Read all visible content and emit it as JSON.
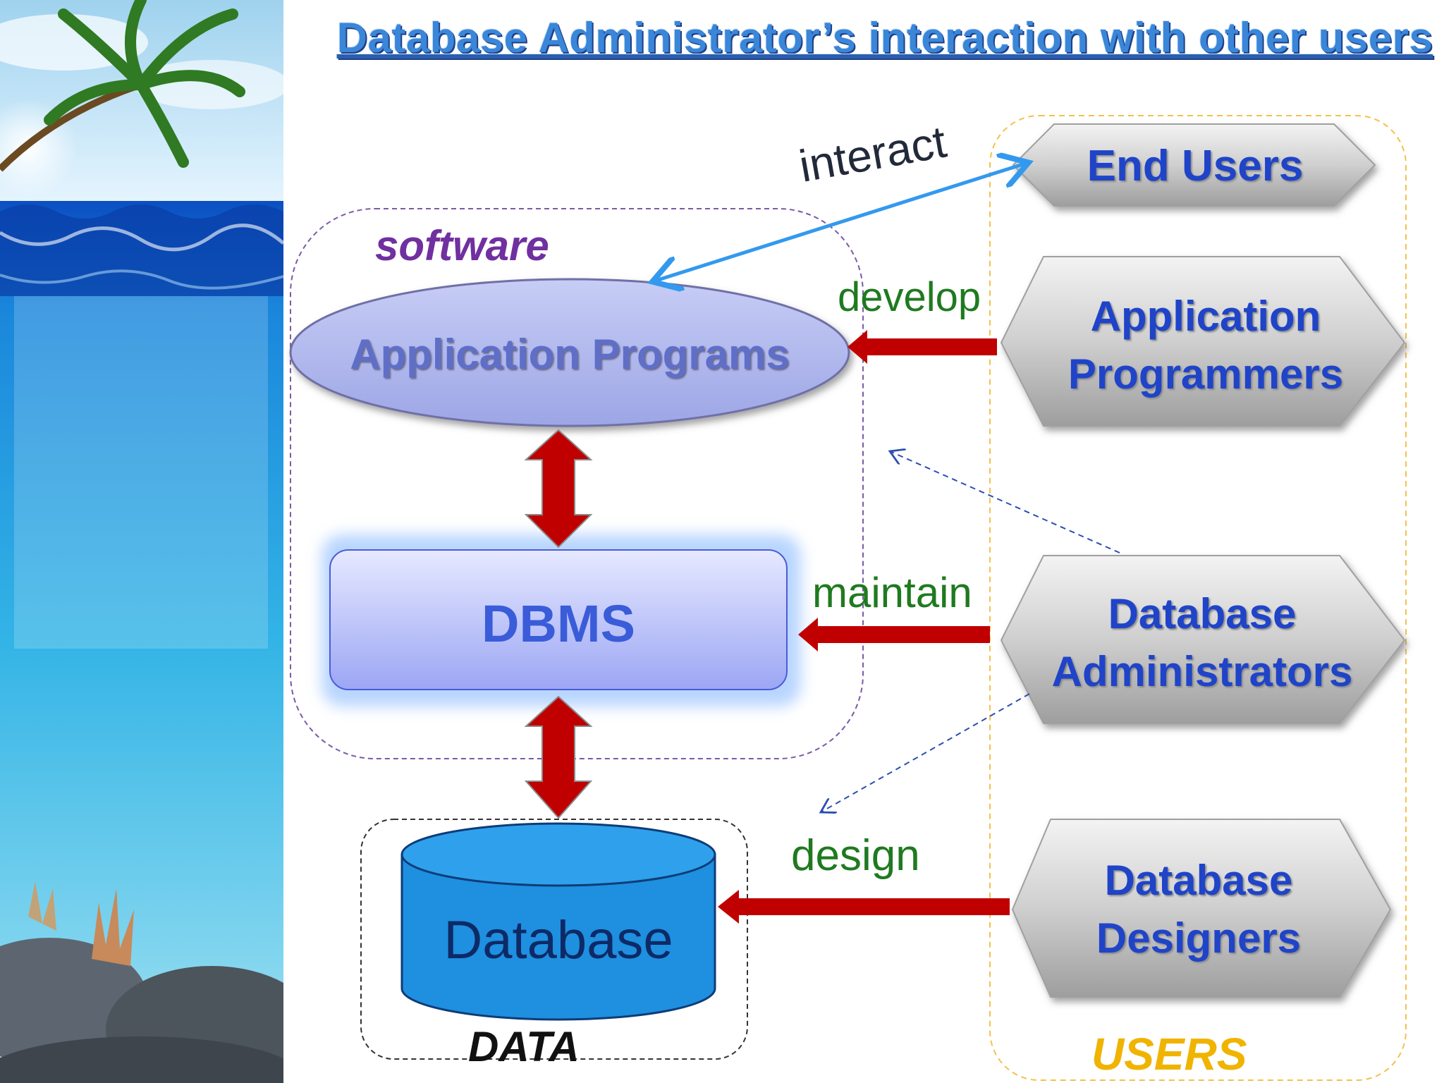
{
  "title": "Database Administrator’s interaction with other users",
  "software_group": {
    "label": "software",
    "app_programs": "Application Programs",
    "dbms": "DBMS"
  },
  "data_group": {
    "label": "DATA",
    "database": "Database"
  },
  "users_group": {
    "label": "USERS",
    "end_users": "End Users",
    "app_programmers": "Application Programmers",
    "db_administrators": "Database Administrators",
    "db_designers": "Database Designers"
  },
  "relations": {
    "interact": "interact",
    "develop": "develop",
    "maintain": "maintain",
    "design": "design"
  },
  "colors": {
    "title": "#3a86d8",
    "arrow_red": "#c00000",
    "arrow_blue": "#3399ee",
    "relation_text": "#1f7a1f",
    "software_label": "#7030a0",
    "users_label": "#f0b400",
    "user_text": "#1f44c8",
    "database_fill": "#1f8fe0"
  }
}
